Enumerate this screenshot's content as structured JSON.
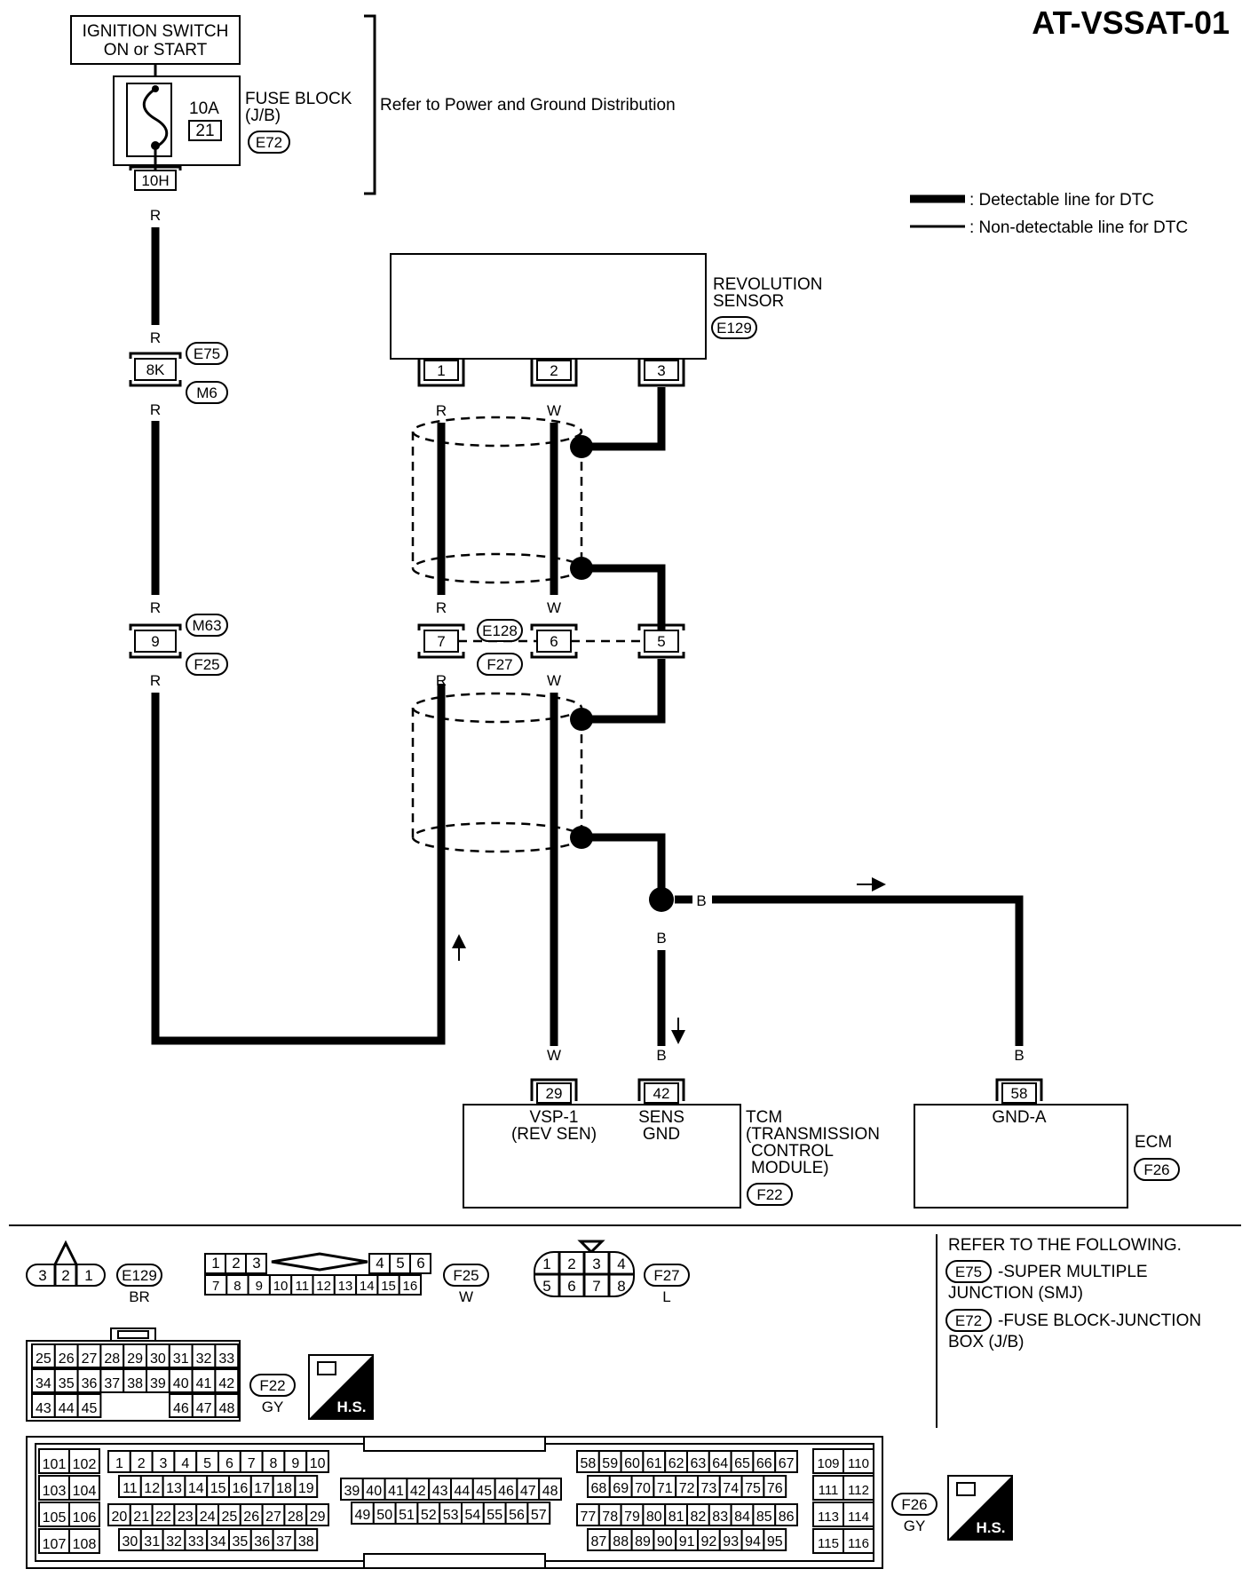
{
  "title": "AT-VSSAT-01",
  "ignition": {
    "line1": "IGNITION SWITCH",
    "line2": "ON or START"
  },
  "fuse_block": {
    "amp": "10A",
    "fuse_no": "21",
    "label1": "FUSE BLOCK",
    "label2": "(J/B)",
    "connector": "E72",
    "terminal": "10H"
  },
  "power_note": "Refer to Power and Ground Distribution",
  "legend": {
    "detectable": ": Detectable line for DTC",
    "non_detectable": ": Non-detectable line for DTC"
  },
  "revolution_sensor": {
    "label1": "REVOLUTION",
    "label2": "SENSOR",
    "connector": "E129",
    "pins": [
      "1",
      "2",
      "3"
    ]
  },
  "wire_colors": {
    "r": "R",
    "w": "W",
    "b": "B"
  },
  "joint_8k": {
    "terminal": "8K",
    "connector_top": "E75",
    "connector_bottom": "M6"
  },
  "joint_9": {
    "terminal": "9",
    "connector_top": "M63",
    "connector_bottom": "F25"
  },
  "joint_e128": {
    "pins": [
      "7",
      "6",
      "5"
    ],
    "connector_top": "E128",
    "connector_bottom": "F27"
  },
  "tcm": {
    "pin_a": "29",
    "pin_b": "42",
    "term_a1": "VSP-1",
    "term_a2": "(REV SEN)",
    "term_b1": "SENS",
    "term_b2": "GND",
    "label1": "TCM",
    "label2": "(TRANSMISSION",
    "label3": "CONTROL",
    "label4": "MODULE)",
    "connector": "F22"
  },
  "ecm": {
    "pin": "58",
    "term": "GND-A",
    "label": "ECM",
    "connector": "F26"
  },
  "refer": {
    "heading": "REFER TO THE FOLLOWING.",
    "item1_conn": "E75",
    "item1_line1": "-SUPER MULTIPLE",
    "item1_line2": "JUNCTION (SMJ)",
    "item2_conn": "E72",
    "item2_line1": "-FUSE BLOCK-JUNCTION",
    "item2_line2": "BOX (J/B)"
  },
  "connectors": {
    "e129": {
      "code": "E129",
      "color": "BR",
      "pins": [
        "3",
        "2",
        "1"
      ]
    },
    "f25": {
      "code": "F25",
      "color": "W",
      "row1_left": [
        "1",
        "2",
        "3"
      ],
      "row1_right": [
        "4",
        "5",
        "6"
      ],
      "row2": [
        "7",
        "8",
        "9",
        "10",
        "11",
        "12",
        "13",
        "14",
        "15",
        "16"
      ]
    },
    "f27": {
      "code": "F27",
      "color": "L",
      "row1": [
        "1",
        "2",
        "3",
        "4"
      ],
      "row2": [
        "5",
        "6",
        "7",
        "8"
      ]
    },
    "f22": {
      "code": "F22",
      "color": "GY",
      "badge": "H.S.",
      "row1": [
        "25",
        "26",
        "27",
        "28",
        "29",
        "30",
        "31",
        "32",
        "33"
      ],
      "row2": [
        "34",
        "35",
        "36",
        "37",
        "38",
        "39",
        "40",
        "41",
        "42"
      ],
      "row3_left": [
        "43",
        "44",
        "45"
      ],
      "row3_right": [
        "46",
        "47",
        "48"
      ]
    },
    "f26": {
      "code": "F26",
      "color": "GY",
      "badge": "H.S.",
      "col_left": [
        "101",
        "102",
        "103",
        "104",
        "105",
        "106",
        "107",
        "108"
      ],
      "g1_r1": [
        "1",
        "2",
        "3",
        "4",
        "5",
        "6",
        "7",
        "8",
        "9",
        "10"
      ],
      "g1_r2": [
        "11",
        "12",
        "13",
        "14",
        "15",
        "16",
        "17",
        "18",
        "19"
      ],
      "g1_r3": [
        "20",
        "21",
        "22",
        "23",
        "24",
        "25",
        "26",
        "27",
        "28",
        "29"
      ],
      "g1_r4": [
        "30",
        "31",
        "32",
        "33",
        "34",
        "35",
        "36",
        "37",
        "38"
      ],
      "g2_r1": [
        "39",
        "40",
        "41",
        "42",
        "43",
        "44",
        "45",
        "46",
        "47",
        "48"
      ],
      "g2_r2": [
        "49",
        "50",
        "51",
        "52",
        "53",
        "54",
        "55",
        "56",
        "57"
      ],
      "g3_r1": [
        "58",
        "59",
        "60",
        "61",
        "62",
        "63",
        "64",
        "65",
        "66",
        "67"
      ],
      "g3_r2": [
        "68",
        "69",
        "70",
        "71",
        "72",
        "73",
        "74",
        "75",
        "76"
      ],
      "g3_r3": [
        "77",
        "78",
        "79",
        "80",
        "81",
        "82",
        "83",
        "84",
        "85",
        "86"
      ],
      "g3_r4": [
        "87",
        "88",
        "89",
        "90",
        "91",
        "92",
        "93",
        "94",
        "95"
      ],
      "col_right": [
        "109",
        "110",
        "111",
        "112",
        "113",
        "114",
        "115",
        "116"
      ]
    }
  }
}
